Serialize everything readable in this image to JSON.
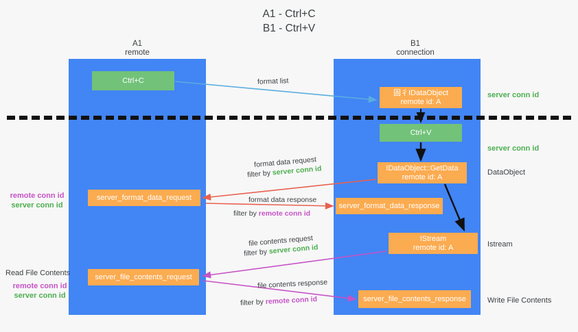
{
  "title": "A1 - Ctrl+C\nB1 - Ctrl+V",
  "columns": {
    "a1": "A1\nremote",
    "b1": "B1\nconnection"
  },
  "nodes": {
    "ctrl_c": "Ctrl+C",
    "idataobject_line1": "固彳IDataObject",
    "idataobject_line2": "remote id: A",
    "ctrl_v": "Ctrl+V",
    "getdata_line1": "IDataObject::GetData",
    "getdata_line2": "remote id: A",
    "istream_line1": "IStream",
    "istream_line2": "remote id: A",
    "format_data_request": "server_format_data_request",
    "format_data_response": "server_format_data_response",
    "file_contents_request": "server_file_contents_request",
    "file_contents_response": "server_file_contents_response"
  },
  "edges": {
    "format_list": "format list",
    "format_data_request": "format data request",
    "format_data_request_filter_prefix": "filter by ",
    "format_data_request_filter_value": "server conn id",
    "format_data_response": "format data response",
    "format_data_response_filter_prefix": "filter by ",
    "format_data_response_filter_value": "remote conn id",
    "file_contents_request": "file contents request",
    "file_contents_request_filter_prefix": "filter by ",
    "file_contents_request_filter_value": "server conn id",
    "file_contents_response": "file contents response",
    "file_contents_response_filter_prefix": "filter by ",
    "file_contents_response_filter_value": "remote conn id"
  },
  "annotations": {
    "server_conn_id_top": "server conn id",
    "server_conn_id_second": "server conn id",
    "dataobject": "DataObject",
    "istream": "Istream",
    "write_file_contents": "Write File Contents",
    "read_file_contents": "Read File Contents",
    "remote_conn_id": "remote conn id",
    "server_conn_id": "server conn id"
  },
  "colors": {
    "lane": "#4285f4",
    "green_node": "#72c279",
    "orange_node": "#fbab50",
    "green_text": "#4caf50",
    "magenta_text": "#c653c6",
    "blue_arrow": "#5aade0",
    "red_arrow": "#e8614f",
    "magenta_arrow": "#c653c6",
    "black_arrow": "#000000",
    "background": "#f7f7f7"
  }
}
